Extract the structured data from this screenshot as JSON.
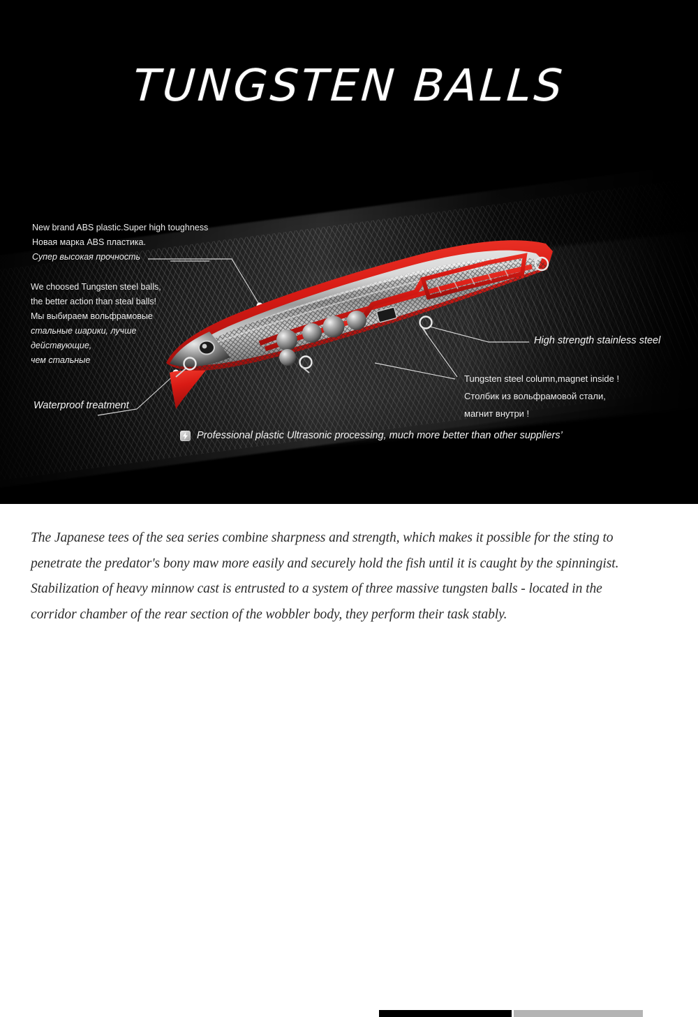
{
  "hero": {
    "title": "TUNGSTEN BALLS",
    "annotations": {
      "abs_plastic": {
        "name": "abs-plastic-note",
        "lines": [
          "New brand ABS plastic.Super high toughness",
          "Новая марка ABS пластика.",
          "Супер высокая прочность"
        ]
      },
      "tungsten_balls": {
        "name": "tungsten-balls-note",
        "lines": [
          "We choosed Tungsten steel balls,",
          "the better action than steal balls!",
          "Мы выбираем вольфрамовые",
          "стальные шарики, лучше",
          "действующие,",
          "чем стальные"
        ]
      },
      "waterproof": "Waterproof treatment",
      "stainless": "High strength stainless steel",
      "steel_column": {
        "name": "tungsten-column-note",
        "lines": [
          "Tungsten steel column,magnet inside !",
          "Столбик из вольфрамовой стали,",
          "магнит внутри !"
        ]
      }
    },
    "caption": {
      "icon": "lightning-bolt-icon",
      "text": "Professional plastic Ultrasonic processing, much more better than other suppliers’"
    },
    "product": {
      "name": "cutaway-fishing-lure",
      "body_outline_color": "#e01b17",
      "body_fill_color": "#cfcfcf",
      "ball_count": 5,
      "ball_color": "#8d8d8d",
      "split_ring_count": 4
    }
  },
  "scrollbar": {
    "name": "progress-strip",
    "filled_color": "#000000",
    "track_color": "#b4b4b4"
  },
  "description": {
    "text": "The Japanese tees of the sea series combine sharpness and strength, which makes it possible for the sting to penetrate the predator's bony maw more easily and securely hold the fish until it is caught by the spinningist. Stabilization of heavy minnow cast is entrusted to a system of three massive tungsten balls - located in the corridor chamber of the rear section of the wobbler body, they perform their task stably."
  }
}
